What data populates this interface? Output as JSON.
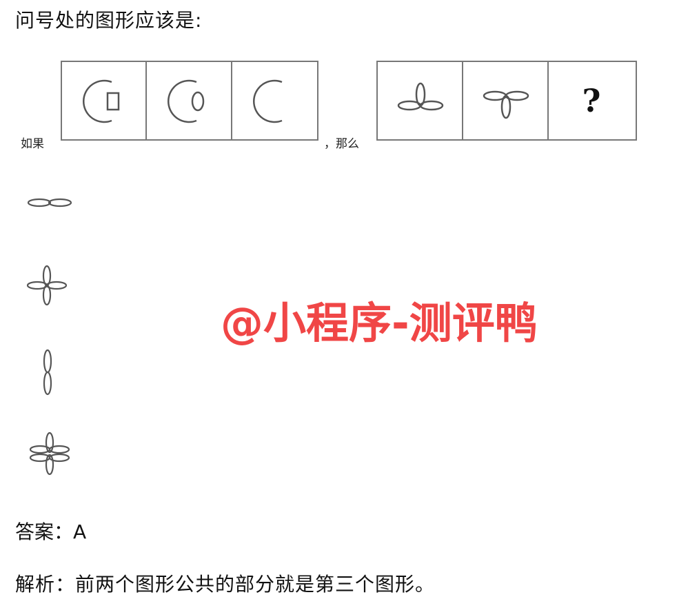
{
  "question": "问号处的图形应该是:",
  "if_label": "如果",
  "then_label": "，那么",
  "question_mark": "?",
  "watermark": "@小程序-测评鸭",
  "answer": "答案：A",
  "analysis": "解析：前两个图形公共的部分就是第三个图形。",
  "colors": {
    "watermark": "#f04646",
    "line": "#555555"
  },
  "options": [
    "figure-a",
    "figure-b",
    "figure-c",
    "figure-d"
  ]
}
